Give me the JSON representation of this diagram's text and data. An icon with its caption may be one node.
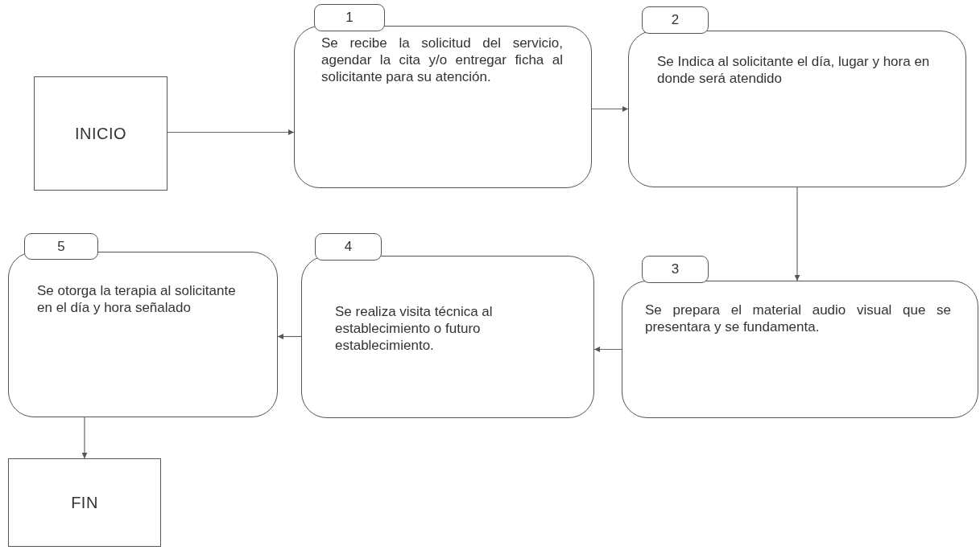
{
  "diagram": {
    "nodes": [
      {
        "text": [
          "INICIO"
        ]
      },
      {
        "text": [
          "1",
          "Se recibe la solicitud del servicio, agendar la cita y/o entregar ficha al solicitante para su atención."
        ]
      },
      {
        "text": [
          "2",
          "Se Indica al solicitante el día, lugar y hora en donde será atendido"
        ]
      },
      {
        "text": [
          "3",
          "Se prepara el material audio visual que se presentara y se fundamenta."
        ]
      },
      {
        "text": [
          "4",
          "Se realiza visita técnica al establecimiento o futuro establecimiento."
        ]
      },
      {
        "text": [
          "5",
          "Se otorga la terapia al solicitante en el día y hora señalado"
        ]
      },
      {
        "text": [
          "FIN"
        ]
      }
    ],
    "edges": [
      {
        "from": 0,
        "to": 1,
        "arrow": "to"
      },
      {
        "from": 1,
        "to": 2,
        "arrow": "to"
      },
      {
        "from": 2,
        "to": 3,
        "arrow": "to"
      },
      {
        "from": 3,
        "to": 4,
        "arrow": "to"
      },
      {
        "from": 4,
        "to": 5,
        "arrow": "to"
      },
      {
        "from": 5,
        "to": 6,
        "arrow": "to"
      }
    ]
  }
}
